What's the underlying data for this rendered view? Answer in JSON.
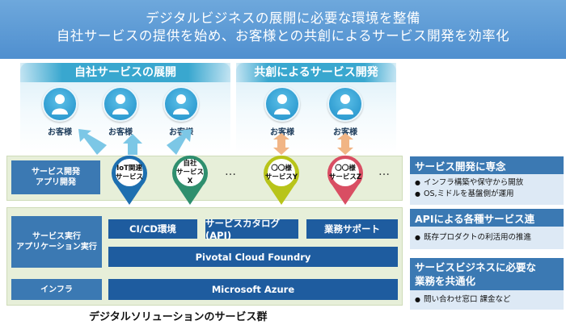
{
  "header": {
    "line1": "デジタルビジネスの展開に必要な環境を整備",
    "line2": "自社サービスの提供を始め、お客様との共創によるサービス開発を効率化"
  },
  "groups": {
    "own": "自社サービスの展開",
    "cocreation": "共創によるサービス開発"
  },
  "customer_label": "お客様",
  "rows": {
    "dev": "サービス開発\nアプリ開発",
    "exec": "サービス実行\nアプリケーション実行",
    "infra": "インフラ"
  },
  "boxes": {
    "cicd": "CI/CD環境",
    "catalog": "サービスカタログ(API)",
    "support": "業務サポート",
    "pivotal": "Pivotal Cloud Foundry",
    "azure": "Microsoft Azure"
  },
  "pins": [
    {
      "text": "IoT関連\nサービス",
      "color": "#1e6fb0"
    },
    {
      "text": "自社\nサービス\nX",
      "color": "#2f8f6e"
    },
    {
      "text": "〇〇様\nサービスY",
      "color": "#b8c41a"
    },
    {
      "text": "〇〇様\nサービスZ",
      "color": "#d94e63"
    }
  ],
  "ellipsis": "…",
  "bottom_title": "デジタルソリューションのサービス群",
  "right_panel": [
    {
      "heading": "サービス開発に専念",
      "bullets": [
        "インフラ構築や保守から開放",
        "OS,ミドルを基盤側が運用"
      ]
    },
    {
      "heading": "APIによる各種サービス連",
      "bullets": [
        "既存プロダクトの利活用の推進"
      ]
    },
    {
      "heading": "サービスビジネスに必要な\n業務を共通化",
      "bullets": [
        "問い合わせ窓口 課金など"
      ]
    }
  ]
}
